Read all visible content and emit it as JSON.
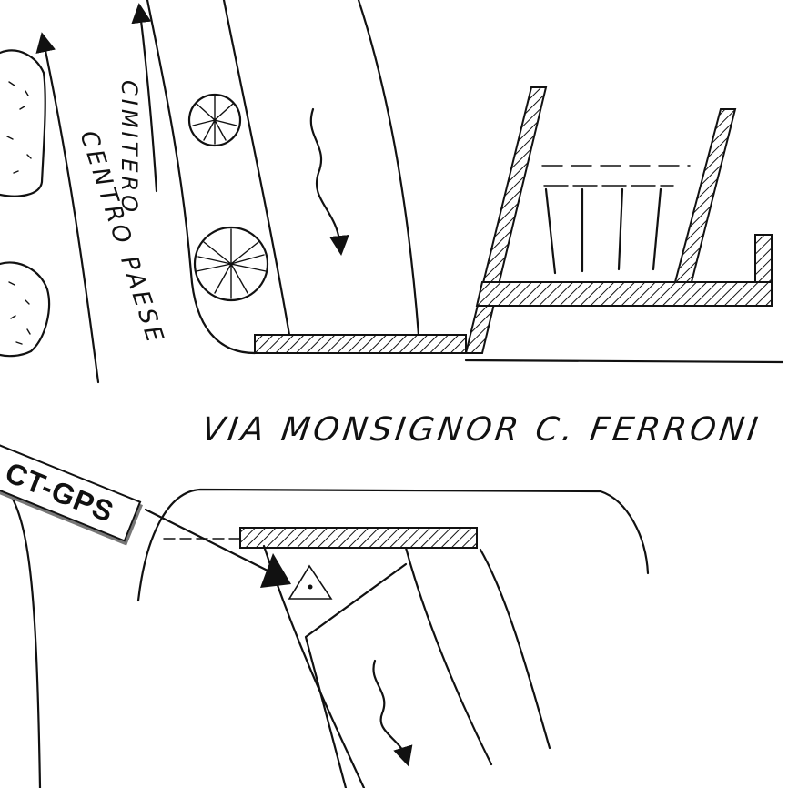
{
  "map": {
    "road_name": "VIA MONSIGNOR C. FERRONI",
    "direction_labels": {
      "cimitero": "CIMITERO",
      "centro_paese": "CENTRO PAESE"
    },
    "gps_tag": "CT-GPS",
    "icons": [
      "tree-icon",
      "tree-icon",
      "bush-icon",
      "bush-icon",
      "survey-point-triangle-icon",
      "pointer-arrow-icon",
      "water-flow-arrow-icon"
    ]
  }
}
